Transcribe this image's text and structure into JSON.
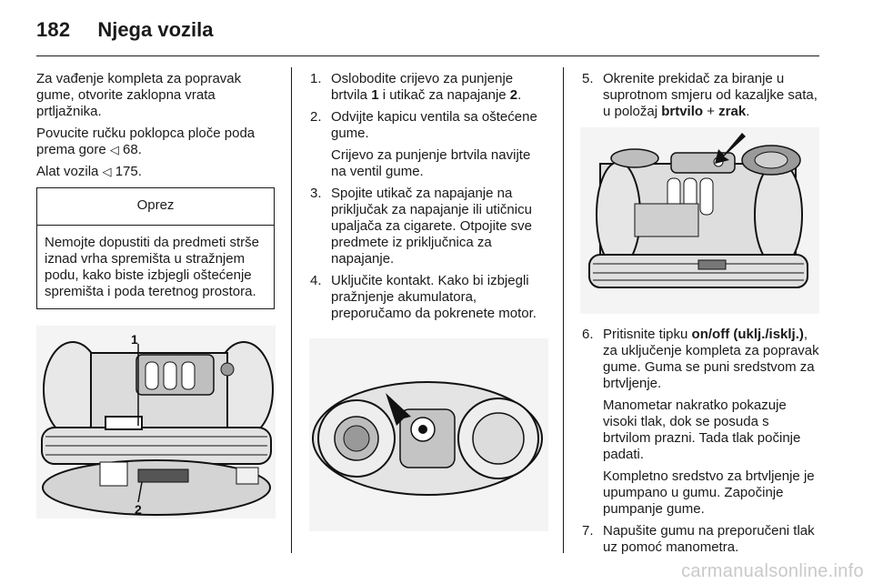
{
  "header": {
    "page_number": "182",
    "title": "Njega vozila"
  },
  "col1": {
    "p1": "Za vađenje kompleta za popravak gume, otvorite zaklopna vrata prtljažnika.",
    "p2_text": "Povucite ručku poklopca ploče poda prema gore ",
    "p2_ref": "68.",
    "p3_text": "Alat vozila ",
    "p3_ref": "175.",
    "ref_symbol": "◁",
    "caution_title": "Oprez",
    "caution_body": "Nemojte dopustiti da predmeti strše iznad vrha spremišta u stražnjem podu, kako biste izbjegli oštećenje spremišta i poda teretnog prostora.",
    "figure_labels": [
      "1",
      "2"
    ]
  },
  "col2": {
    "item1": {
      "num": "1.",
      "a": "Oslobodite crijevo za punjenje brtvila ",
      "b1": "1",
      "c": " i utikač za napajanje ",
      "b2": "2",
      "d": "."
    },
    "item2": {
      "num": "2.",
      "text": "Odvijte kapicu ventila sa oštećene gume.",
      "sub": "Crijevo za punjenje brtvila navijte na ventil gume."
    },
    "item3": {
      "num": "3.",
      "text": "Spojite utikač za napajanje na priključak za napajanje ili utičnicu upaljača za cigarete. Otpojite sve predmete iz priključnica za napajanje."
    },
    "item4": {
      "num": "4.",
      "text": "Uključite kontakt. Kako bi izbjegli pražnjenje akumulatora, preporučamo da pokrenete motor."
    }
  },
  "col3": {
    "item5": {
      "num": "5.",
      "a": "Okrenite prekidač za biranje u suprotnom smjeru od kazaljke sata, u položaj ",
      "b1": "brtvilo",
      "plus": " + ",
      "b2": "zrak",
      "end": "."
    },
    "item6": {
      "num": "6.",
      "a": "Pritisnite tipku ",
      "b": "on/off (uklj./isklj.)",
      "c": ", za uključenje kompleta za popravak gume. Guma se puni sredstvom za brtvljenje.",
      "sub1": "Manometar nakratko pokazuje visoki tlak, dok se posuda s brtvilom prazni. Tada tlak počinje padati.",
      "sub2": "Kompletno sredstvo za brtvljenje je upumpano u gumu. Započinje pumpanje gume."
    },
    "item7": {
      "num": "7.",
      "text": "Napušite gumu na preporučeni tlak uz pomoć manometra."
    }
  },
  "watermark": "carmanualsonline.info"
}
